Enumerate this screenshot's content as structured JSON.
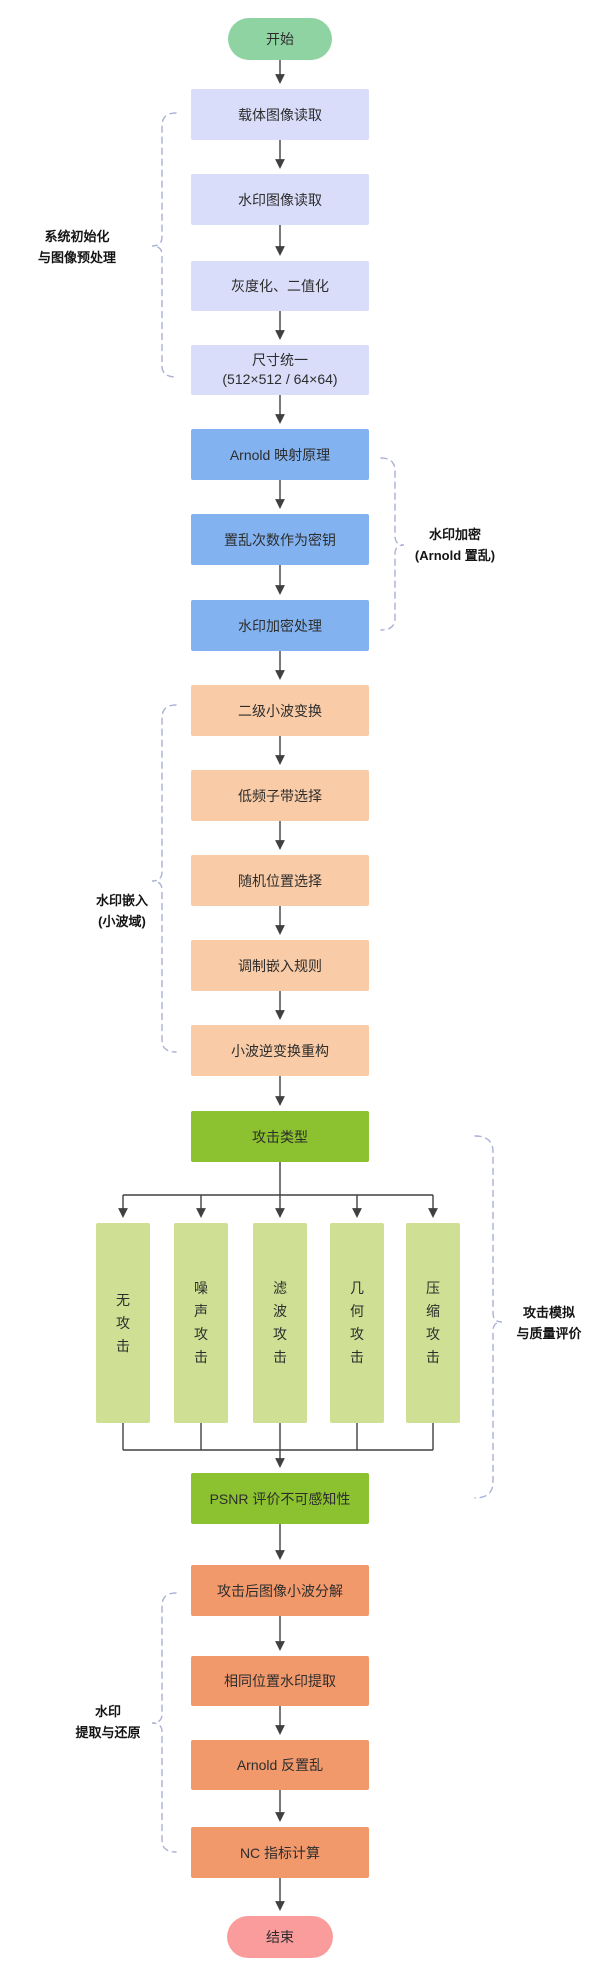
{
  "flow": {
    "start_label": "开始",
    "end_label": "结束",
    "sections": {
      "preprocess": {
        "bracket_line1": "系统初始化",
        "bracket_line2": "与图像预处理",
        "nodes": [
          {
            "label": "载体图像读取"
          },
          {
            "label": "水印图像读取"
          },
          {
            "label": "灰度化、二值化"
          },
          {
            "label": "尺寸统一",
            "sublabel": "(512×512 / 64×64)"
          }
        ]
      },
      "encryption": {
        "bracket_line1": "水印加密",
        "bracket_line2": "(Arnold 置乱)",
        "nodes": [
          {
            "label": "Arnold 映射原理"
          },
          {
            "label": "置乱次数作为密钥"
          },
          {
            "label": "水印加密处理"
          }
        ]
      },
      "embedding": {
        "bracket_line1": "水印嵌入",
        "bracket_line2": "(小波域)",
        "nodes": [
          {
            "label": "二级小波变换"
          },
          {
            "label": "低频子带选择"
          },
          {
            "label": "随机位置选择"
          },
          {
            "label": "调制嵌入规则"
          },
          {
            "label": "小波逆变换重构"
          }
        ]
      },
      "attack": {
        "bracket_line1": "攻击模拟",
        "bracket_line2": "与质量评价",
        "header_label": "攻击类型",
        "branches": [
          {
            "label": "无攻击"
          },
          {
            "label": "噪声攻击"
          },
          {
            "label": "滤波攻击"
          },
          {
            "label": "几何攻击"
          },
          {
            "label": "压缩攻击"
          }
        ],
        "evaluation_label": "PSNR 评价不可感知性"
      },
      "extraction": {
        "bracket_line1": "水印",
        "bracket_line2": "提取与还原",
        "nodes": [
          {
            "label": "攻击后图像小波分解"
          },
          {
            "label": "相同位置水印提取"
          },
          {
            "label": "Arnold 反置乱"
          },
          {
            "label": "NC 指标计算"
          }
        ]
      }
    },
    "colors": {
      "start_fill": "#8fd3a3",
      "preprocess_fill": "#d9ddf9",
      "encryption_fill": "#82b2f0",
      "embedding_fill": "#f9cba6",
      "attack_header_fill": "#8cc12f",
      "branch_fill": "#cfe095",
      "evaluation_fill": "#8cc12f",
      "extraction_fill": "#f2996c",
      "end_fill": "#fb9c9c",
      "connector": "#404040",
      "bracket": "#a9b1d6"
    }
  }
}
